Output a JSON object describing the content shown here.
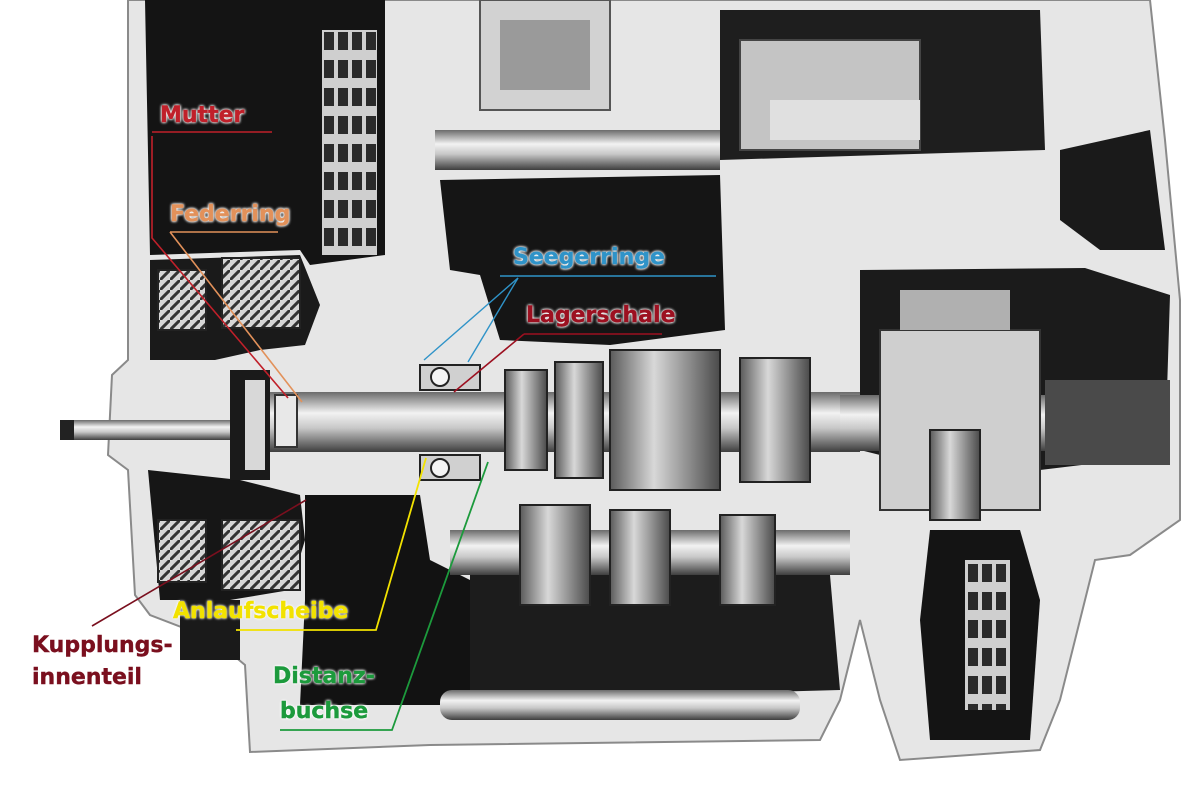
{
  "labels": {
    "mutter": "Mutter",
    "federring": "Federring",
    "seegerringe": "Seegerringe",
    "lagerschale": "Lagerschale",
    "anlaufscheibe": "Anlaufscheibe",
    "kupplungs_line1": "Kupplungs-",
    "kupplungs_line2": "innenteil",
    "distanz_line1": "Distanz-",
    "distanz_line2": "buchse"
  },
  "colors": {
    "mutter": "#c0202a",
    "federring": "#e2915a",
    "seegerringe": "#2f93c8",
    "lagerschale": "#9c1020",
    "anlaufscheibe": "#f2e200",
    "kupplungsinnenteil": "#7a0f1e",
    "distanzbuchse": "#1c9a3c",
    "casing": "#e4e4e4",
    "cavity": "#151515",
    "metal": "#b9b9b9"
  }
}
